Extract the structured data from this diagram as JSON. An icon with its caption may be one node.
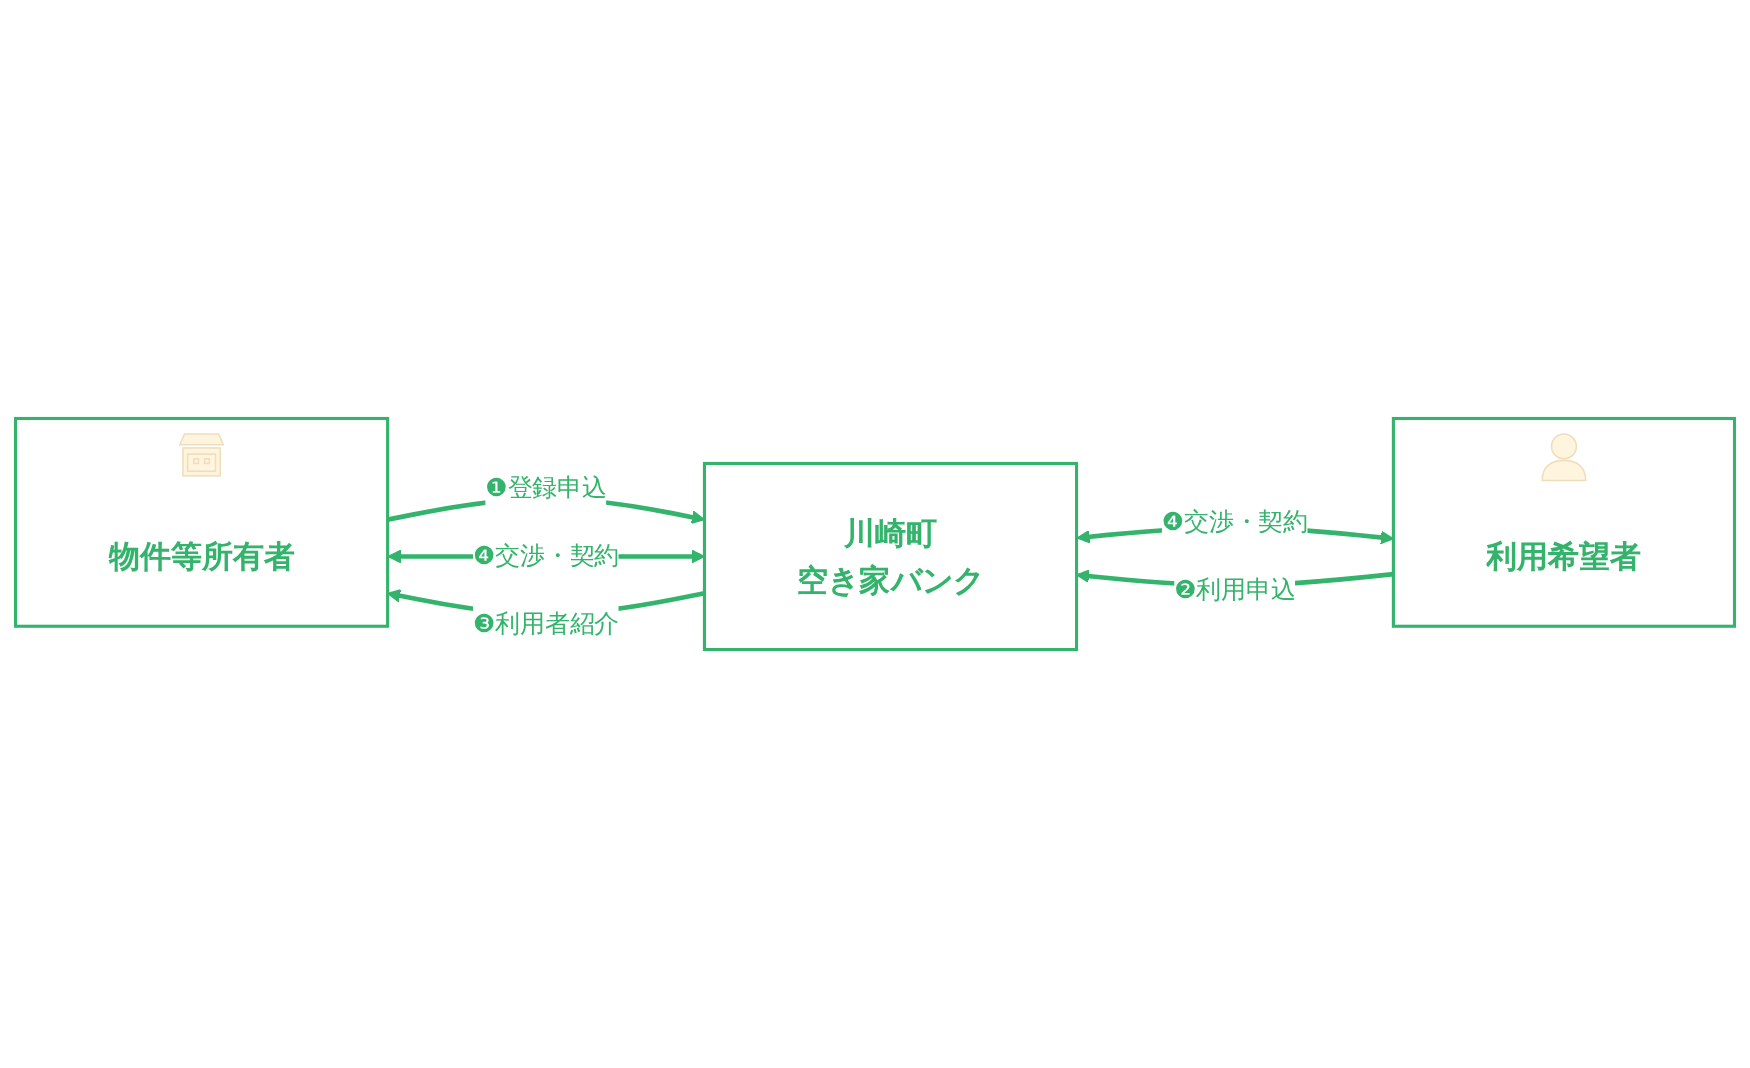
{
  "diagram": {
    "nodes": [
      {
        "text": [
          "物件等所有者"
        ]
      },
      {
        "text": [
          "川崎町",
          "空き家バンク"
        ]
      },
      {
        "text": [
          "利用希望者"
        ]
      }
    ],
    "edges": [
      {
        "from": 0,
        "to": 1,
        "label": "❶登録申込",
        "arrow": "to"
      },
      {
        "from": 2,
        "to": 1,
        "label": "❷利用申込",
        "arrow": "to"
      },
      {
        "from": 1,
        "to": 0,
        "label": "❸利用者紹介",
        "arrow": "to"
      },
      {
        "from": 0,
        "to": 1,
        "label": "❹交渉・契約",
        "arrow": "both"
      },
      {
        "from": 1,
        "to": 2,
        "label": "❹交渉・契約",
        "arrow": "both"
      }
    ]
  }
}
